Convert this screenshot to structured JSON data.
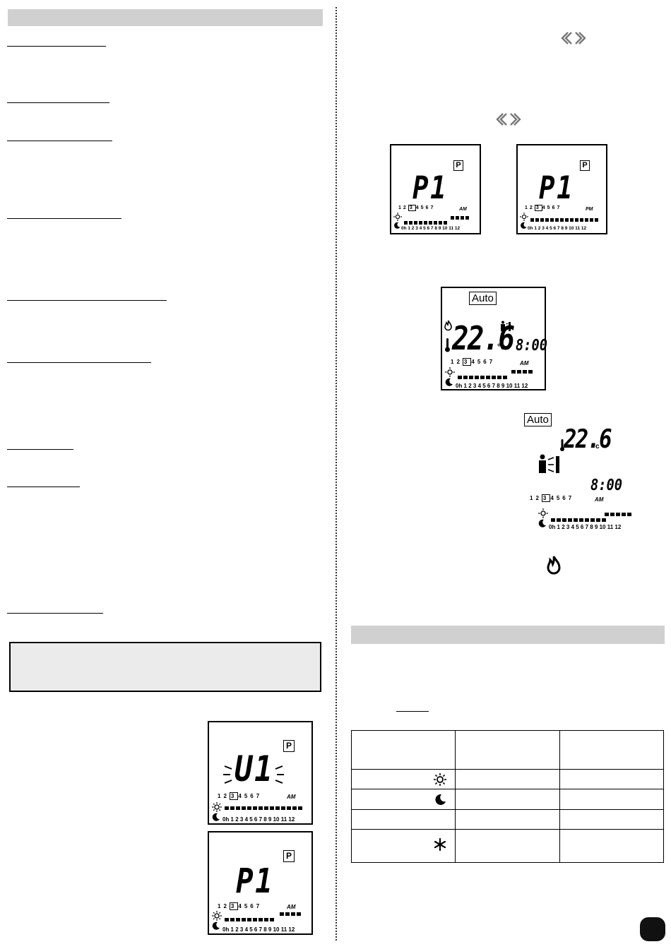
{
  "lcd_small": {
    "p_badge": "P",
    "program_label": "P1",
    "days": [
      "1",
      "2",
      "3",
      "4",
      "5",
      "6",
      "7"
    ],
    "selected_day": "3",
    "hours": "0h 1 2 3 4 5 6 7 8 9 10 11 12",
    "am_label": "AM",
    "pm_label": "PM"
  },
  "lcd_user": {
    "program_label": "U1"
  },
  "lcd_auto": {
    "mode_label": "Auto",
    "temperature": "22.6",
    "unit": "°c",
    "clock": "8:00",
    "am_label": "AM"
  },
  "icons": {
    "day": "sun-icon",
    "night": "moon-icon",
    "frost": "snowflake-icon",
    "heating": "flame-icon",
    "presence": "person-heating-icon",
    "adjust": "left-right-arrows-icon"
  },
  "colors": {
    "section_bar": "#d0d0d0",
    "note_box": "#ebebeb",
    "page_badge": "#111111"
  }
}
